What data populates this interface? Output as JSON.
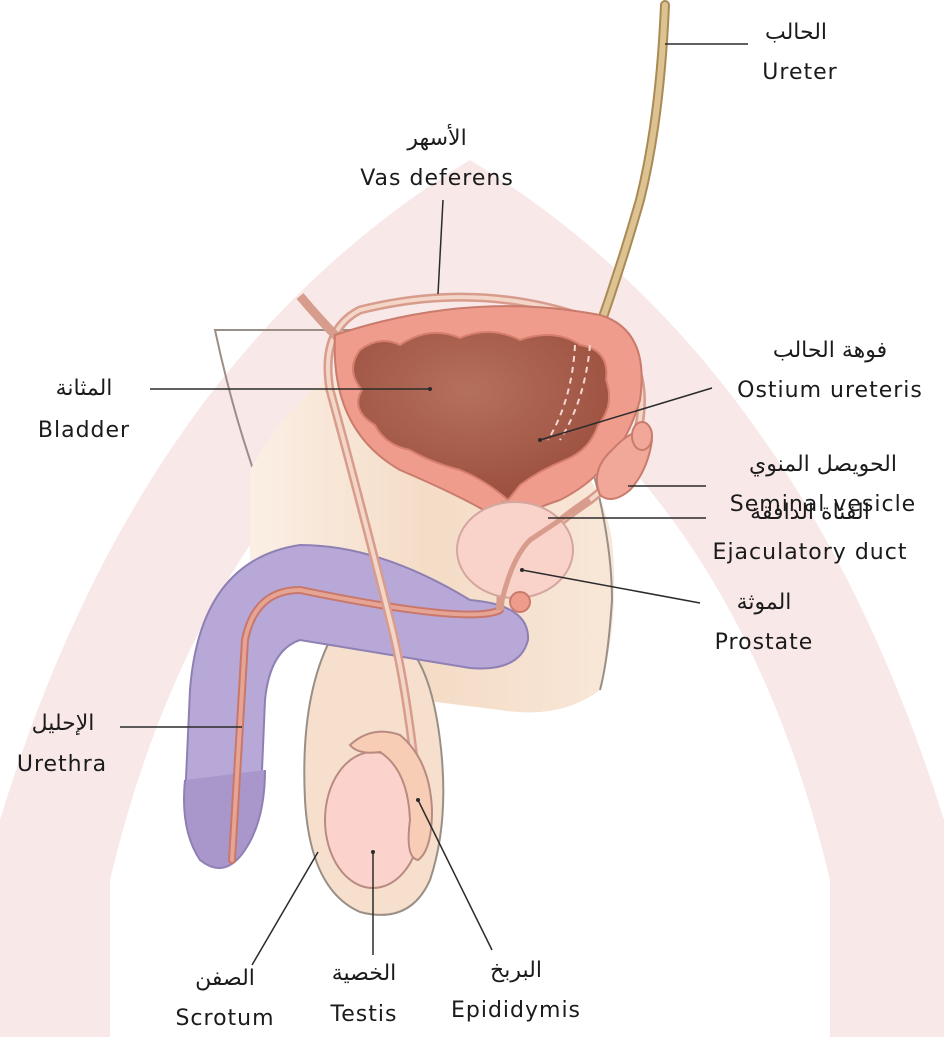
{
  "labels": {
    "ureter": {
      "ar": "الحالب",
      "en": "Ureter"
    },
    "vas_deferens": {
      "ar": "الأسهر",
      "en": "Vas deferens"
    },
    "ostium_ureteris": {
      "ar": "فوهة الحالب",
      "en": "Ostium ureteris"
    },
    "bladder": {
      "ar": "المثانة",
      "en": "Bladder"
    },
    "seminal_vesicle": {
      "ar": "الحويصل المنوي",
      "en": "Seminal vesicle"
    },
    "ejaculatory_duct": {
      "ar": "القناة الدافقة",
      "en": "Ejaculatory duct"
    },
    "prostate": {
      "ar": "الموثة",
      "en": "Prostate"
    },
    "urethra": {
      "ar": "الإحليل",
      "en": "Urethra"
    },
    "scrotum": {
      "ar": "الصفن",
      "en": "Scrotum"
    },
    "testis": {
      "ar": "الخصية",
      "en": "Testis"
    },
    "epididymis": {
      "ar": "البربخ",
      "en": "Epididymis"
    }
  },
  "colors": {
    "watermark": "#f7e6e6",
    "skin": "#f6e3cf",
    "skin_outline": "#9a8f86",
    "bladder_wall": "#ef9c8d",
    "bladder_lumen": "#a85d4a",
    "duct": "#e2a392",
    "ureter_fill": "#dcc391",
    "penis": "#b7a8d8",
    "urethra": "#d98f7d",
    "testis": "#fcd3cc",
    "prostate": "#f9d2ca",
    "leader_line": "#2b2b2b"
  }
}
